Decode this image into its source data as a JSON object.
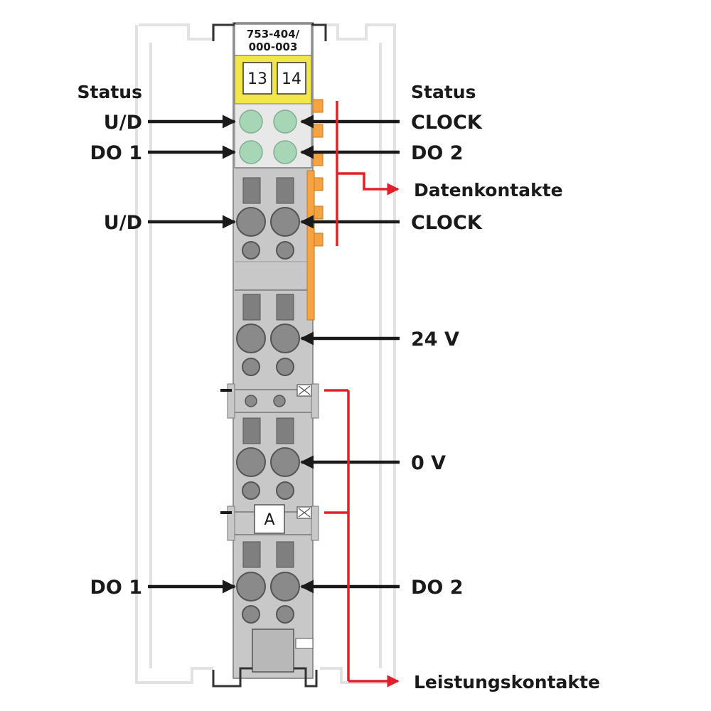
{
  "part_number": {
    "line1": "753-404/",
    "line2": "000-003"
  },
  "marker_tags": [
    "13",
    "14"
  ],
  "slot_letter": "A",
  "left_labels": {
    "status_heading": "Status",
    "led_ud": "U/D",
    "led_do1": "DO 1",
    "term_ud": "U/D",
    "term_do1": "DO 1"
  },
  "right_labels": {
    "status_heading": "Status",
    "led_clock": "CLOCK",
    "led_do2": "DO 2",
    "term_clock": "CLOCK",
    "term_24v": "24 V",
    "term_0v": "0 V",
    "term_do2": "DO 2"
  },
  "group_labels": {
    "data_contacts": "Datenkontakte",
    "power_contacts": "Leistungskontakte"
  },
  "colors": {
    "housing": "#c8c8c8",
    "housing_dark": "#9a9a9a",
    "marker_yellow": "#f2e64a",
    "led_green": "#a6d6b6",
    "terminal_gray": "#8a8a8a",
    "contact_orange": "#f5a340",
    "arrow_black": "#1a1a1a",
    "bracket_red": "#e0202a",
    "rail_outline": "#e2e2e2"
  }
}
